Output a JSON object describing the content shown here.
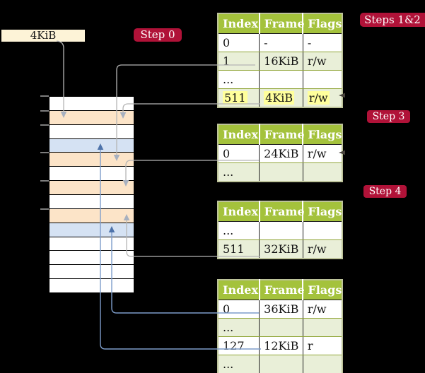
{
  "title": "Page table translation steps diagram",
  "box_4kib": {
    "label": "4KiB"
  },
  "badges": {
    "step0": "Step 0",
    "steps12": "Steps 1&2",
    "step3": "Step 3",
    "step4": "Step 4"
  },
  "tables": [
    {
      "name": "page-table-steps-1-2",
      "headers": [
        "Index",
        "Frame",
        "Flags"
      ],
      "rows": [
        {
          "cells": [
            "0",
            "-",
            "-"
          ],
          "shade": "white",
          "highlight": false
        },
        {
          "cells": [
            "1",
            "16KiB",
            "r/w"
          ],
          "shade": "green",
          "highlight": false
        },
        {
          "cells": [
            "...",
            "",
            ""
          ],
          "shade": "white",
          "highlight": false
        },
        {
          "cells": [
            "511",
            "4KiB",
            "r/w"
          ],
          "shade": "green",
          "highlight": true
        }
      ]
    },
    {
      "name": "page-table-step-3",
      "headers": [
        "Index",
        "Frame",
        "Flags"
      ],
      "rows": [
        {
          "cells": [
            "0",
            "24KiB",
            "r/w"
          ],
          "shade": "white",
          "highlight": false
        },
        {
          "cells": [
            "...",
            "",
            ""
          ],
          "shade": "green",
          "highlight": false
        }
      ]
    },
    {
      "name": "page-table-step-4",
      "headers": [
        "Index",
        "Frame",
        "Flags"
      ],
      "rows": [
        {
          "cells": [
            "...",
            "",
            ""
          ],
          "shade": "white",
          "highlight": false
        },
        {
          "cells": [
            "511",
            "32KiB",
            "r/w"
          ],
          "shade": "green",
          "highlight": false
        }
      ]
    },
    {
      "name": "page-table-bottom",
      "headers": [
        "Index",
        "Frame",
        "Flags"
      ],
      "rows": [
        {
          "cells": [
            "0",
            "36KiB",
            "r/w"
          ],
          "shade": "white",
          "highlight": false
        },
        {
          "cells": [
            "...",
            "",
            ""
          ],
          "shade": "green",
          "highlight": false
        },
        {
          "cells": [
            "127",
            "12KiB",
            "r"
          ],
          "shade": "white",
          "highlight": false
        },
        {
          "cells": [
            "...",
            "",
            ""
          ],
          "shade": "green",
          "highlight": false
        }
      ]
    }
  ],
  "memory_column": {
    "rows": [
      "white",
      "orange",
      "white",
      "blue",
      "orange",
      "white",
      "orange",
      "white",
      "orange",
      "blue",
      "white",
      "white",
      "white",
      "white"
    ],
    "tick_count": 6
  },
  "connectors": [
    {
      "from": "4KiB-box",
      "to": "memory-row-2",
      "color": "gray",
      "direction": "down"
    },
    {
      "from": "table1-row-1",
      "to": "memory-row-5",
      "color": "gray",
      "direction": "down"
    },
    {
      "from": "table1-row-511",
      "to": "memory-row-2",
      "color": "gray",
      "direction": "down"
    },
    {
      "from": "table2-row-0",
      "to": "memory-row-7",
      "color": "gray",
      "direction": "down"
    },
    {
      "from": "table3-row-511",
      "to": "memory-row-9",
      "color": "gray",
      "direction": "up"
    },
    {
      "from": "table4-row-0",
      "to": "memory-row-10",
      "color": "blue",
      "direction": "up"
    },
    {
      "from": "table4-row-127",
      "to": "memory-row-4",
      "color": "blue",
      "direction": "up"
    }
  ],
  "colors": {
    "background": "#000000",
    "badge_red": "#b01238",
    "table_header_green": "#a4c23c",
    "table_row_green": "#e9efd8",
    "highlight_yellow": "#ffff9c",
    "memory_orange": "#fce4c8",
    "memory_blue": "#d5e2f3",
    "box_cream": "#fdf3d7",
    "connector_gray": "#b5b5b5",
    "connector_blue": "#7d9cca"
  }
}
